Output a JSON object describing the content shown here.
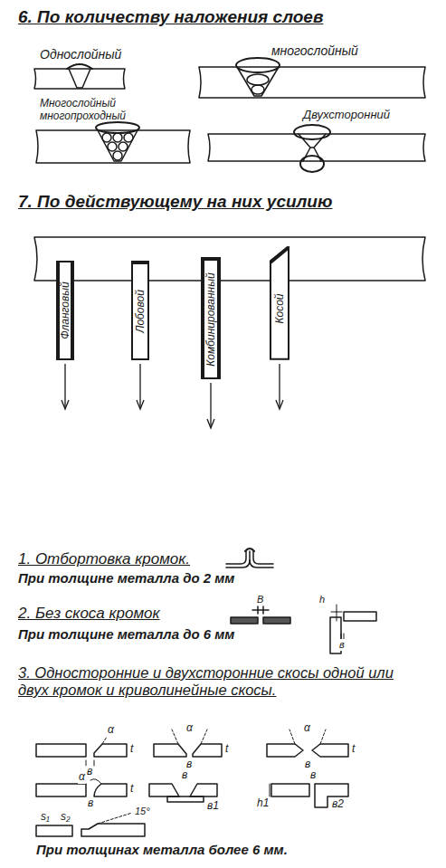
{
  "diagram": {
    "nodes": [
      {
        "text": [
          "Фланговый"
        ]
      },
      {
        "text": [
          "Лобовой"
        ]
      },
      {
        "text": [
          "Комбинированный"
        ]
      },
      {
        "text": [
          "Косой"
        ]
      }
    ],
    "labels": [
      "6. По количеству наложения слоев",
      "Однослойный",
      "многослойный",
      "Многослойный многопроходный",
      "Двухсторонний",
      "7. По действующему на них усилию",
      "1. Отбортовка кромок.",
      "При толщине металла до 2 мм",
      "2. Без скоса кромок",
      "В",
      "h",
      "в",
      "При толщине металла до 6 мм",
      "3. Односторонние и двухсторонние скосы одной или двух кромок и криволинейные скосы.",
      "α",
      "t",
      "в",
      "α",
      "t",
      "в",
      "α",
      "t",
      "в",
      "α",
      "в",
      "t",
      "в",
      "в1",
      "в",
      "h1",
      "в2",
      "s₁",
      "s₂",
      "15°",
      "При толщинах металла более 6 мм."
    ]
  }
}
